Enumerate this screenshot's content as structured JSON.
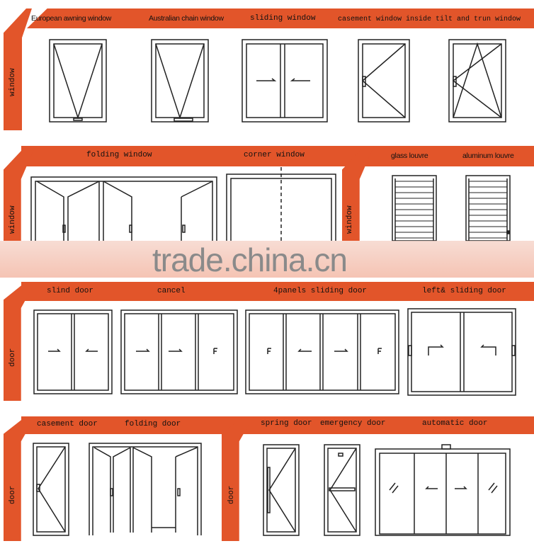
{
  "rows": [
    {
      "category": "window",
      "labels": [
        "European  awning window",
        "Australian chain window",
        "sliding window",
        "casement window inside tilt and trun window"
      ]
    },
    {
      "category": "window",
      "labels": [
        "folding window",
        "corner window"
      ],
      "category2": "window",
      "labels2": [
        "glass louvre",
        "aluminum louvre"
      ]
    },
    {
      "category": "door",
      "labels": [
        "slind door",
        "cancel",
        "4panels sliding door",
        "left& sliding door"
      ]
    },
    {
      "category": "door",
      "labels": [
        "casement door",
        "folding door"
      ],
      "category2": "door",
      "labels2": [
        "spring door",
        "emergency door",
        "automatic door"
      ]
    }
  ],
  "watermark": "trade.china.cn",
  "colors": {
    "band": "#e2552a",
    "line": "#222222"
  }
}
